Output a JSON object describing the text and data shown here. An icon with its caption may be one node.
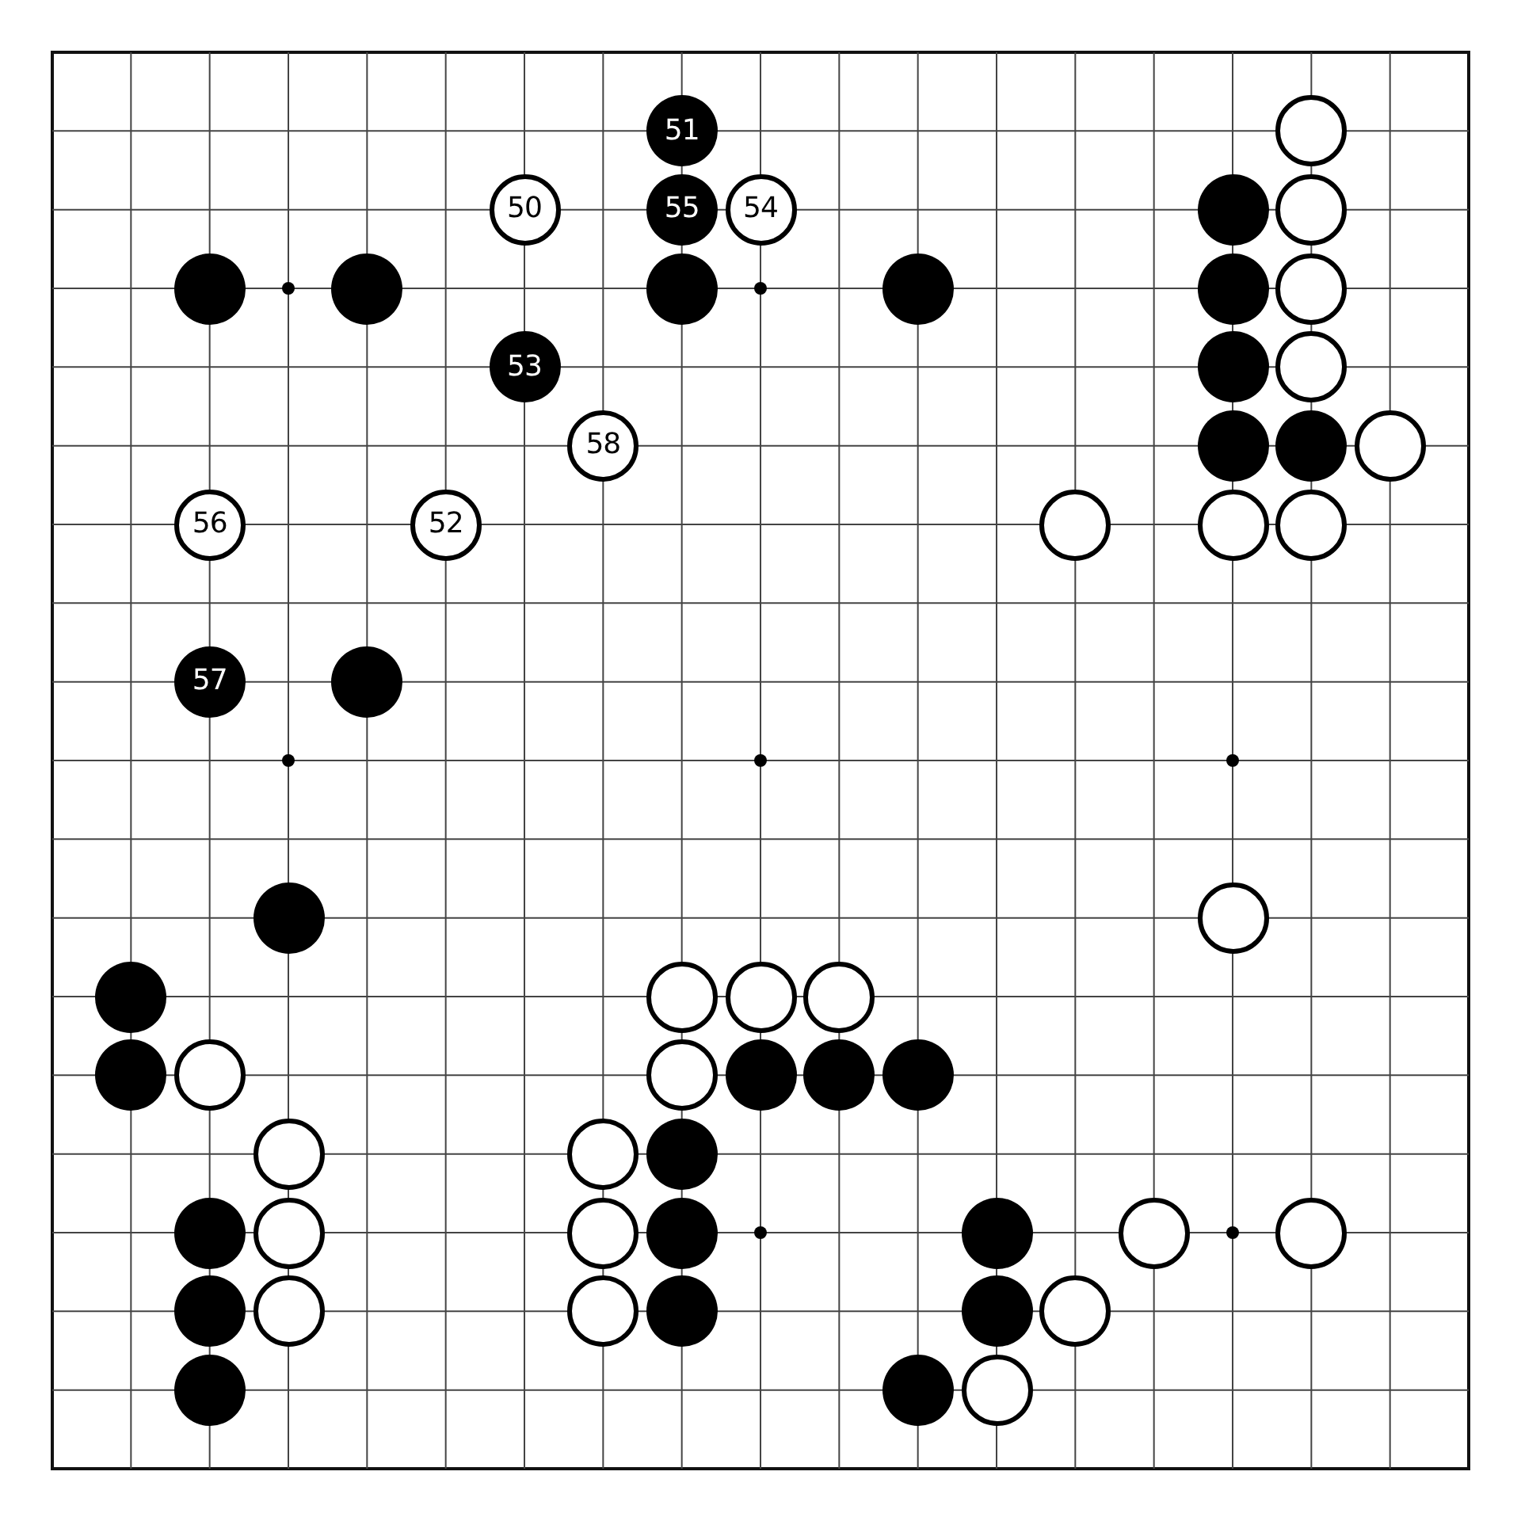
{
  "diagram": {
    "nodes": [
      {
        "text": [
          "51"
        ]
      },
      {
        "text": [],
        "shape": "circle"
      },
      {
        "text": [
          "50"
        ]
      },
      {
        "text": [
          "55"
        ]
      },
      {
        "text": [
          "54"
        ]
      },
      {
        "text": [],
        "shape": "circle"
      },
      {
        "text": [],
        "shape": "circle"
      },
      {
        "text": [],
        "shape": "circle"
      },
      {
        "text": [],
        "shape": "circle"
      },
      {
        "text": [],
        "shape": "circle"
      },
      {
        "text": [],
        "shape": "circle"
      },
      {
        "text": [],
        "shape": "circle"
      },
      {
        "text": [],
        "shape": "circle"
      },
      {
        "text": [
          "53"
        ]
      },
      {
        "text": [],
        "shape": "circle"
      },
      {
        "text": [],
        "shape": "circle"
      },
      {
        "text": [
          "58"
        ]
      },
      {
        "text": [],
        "shape": "circle"
      },
      {
        "text": [],
        "shape": "circle"
      },
      {
        "text": [],
        "shape": "circle"
      },
      {
        "text": [
          "56"
        ]
      },
      {
        "text": [
          "52"
        ]
      },
      {
        "text": [],
        "shape": "circle"
      },
      {
        "text": [],
        "shape": "circle"
      },
      {
        "text": [],
        "shape": "circle"
      },
      {
        "text": [
          "57"
        ]
      },
      {
        "text": [],
        "shape": "circle"
      },
      {
        "text": [],
        "shape": "circle"
      },
      {
        "text": [],
        "shape": "circle"
      },
      {
        "text": [],
        "shape": "circle"
      },
      {
        "text": [],
        "shape": "circle"
      },
      {
        "text": [],
        "shape": "circle"
      },
      {
        "text": [],
        "shape": "circle"
      },
      {
        "text": [],
        "shape": "circle"
      },
      {
        "text": [],
        "shape": "circle"
      },
      {
        "text": [],
        "shape": "circle"
      },
      {
        "text": [],
        "shape": "circle"
      },
      {
        "text": [],
        "shape": "circle"
      },
      {
        "text": [],
        "shape": "circle"
      },
      {
        "text": [],
        "shape": "circle"
      },
      {
        "text": [],
        "shape": "circle"
      },
      {
        "text": [],
        "shape": "circle"
      },
      {
        "text": [],
        "shape": "circle"
      },
      {
        "text": [],
        "shape": "circle"
      },
      {
        "text": [],
        "shape": "circle"
      },
      {
        "text": [],
        "shape": "circle"
      },
      {
        "text": [],
        "shape": "circle"
      },
      {
        "text": [],
        "shape": "circle"
      },
      {
        "text": [],
        "shape": "circle"
      },
      {
        "text": [],
        "shape": "circle"
      },
      {
        "text": [],
        "shape": "circle"
      },
      {
        "text": [],
        "shape": "circle"
      },
      {
        "text": [],
        "shape": "circle"
      },
      {
        "text": [],
        "shape": "circle"
      },
      {
        "text": [],
        "shape": "circle"
      },
      {
        "text": [],
        "shape": "circle"
      },
      {
        "text": [],
        "shape": "circle"
      },
      {
        "text": [],
        "shape": "circle"
      }
    ]
  }
}
